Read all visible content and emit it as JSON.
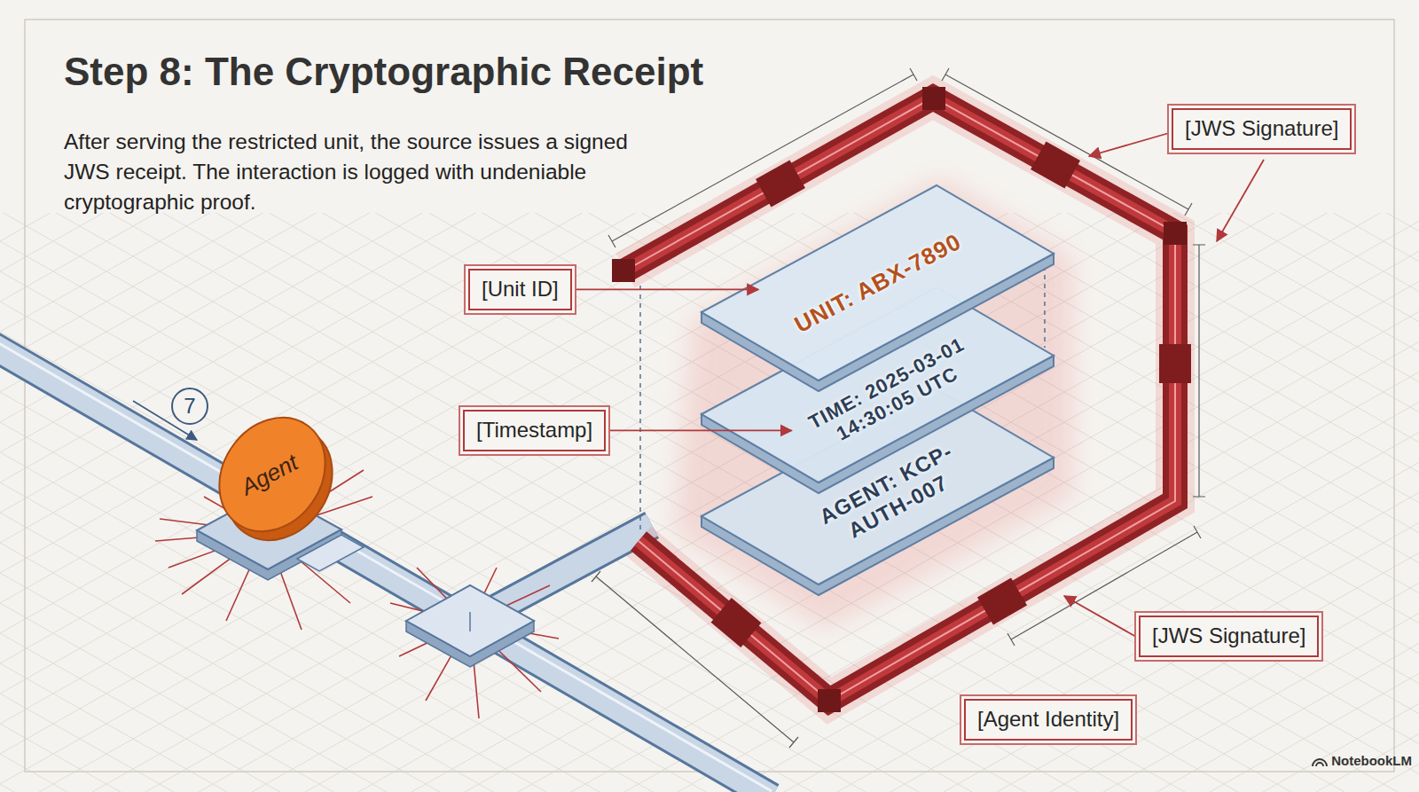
{
  "diagram": {
    "title": "Step 8: The Cryptographic Receipt",
    "caption": "After serving the restricted unit, the source issues a signed JWS receipt. The interaction is logged with undeniable cryptographic proof.",
    "nodes": [
      {
        "text": [
          "[JWS Signature]"
        ]
      },
      {
        "text": [
          "UNIT: ABX-7890"
        ]
      },
      {
        "text": [
          "[Unit ID]"
        ]
      },
      {
        "text": [
          "TIME: 2025-03-01 14:30:05 UTC"
        ]
      },
      {
        "text": [
          "[Timestamp]"
        ]
      },
      {
        "text": [
          "Agent"
        ]
      },
      {
        "text": [
          "AGENT: KCP-AUTH-007"
        ]
      },
      {
        "text": [
          "[JWS Signature]"
        ]
      },
      {
        "text": [
          "[Agent Identity]"
        ]
      }
    ],
    "edges": [
      {
        "from": 2,
        "to": 1,
        "arrow": "to"
      },
      {
        "from": 4,
        "to": 3,
        "arrow": "to"
      }
    ],
    "labels": [
      "7",
      "NotebookLM"
    ]
  }
}
